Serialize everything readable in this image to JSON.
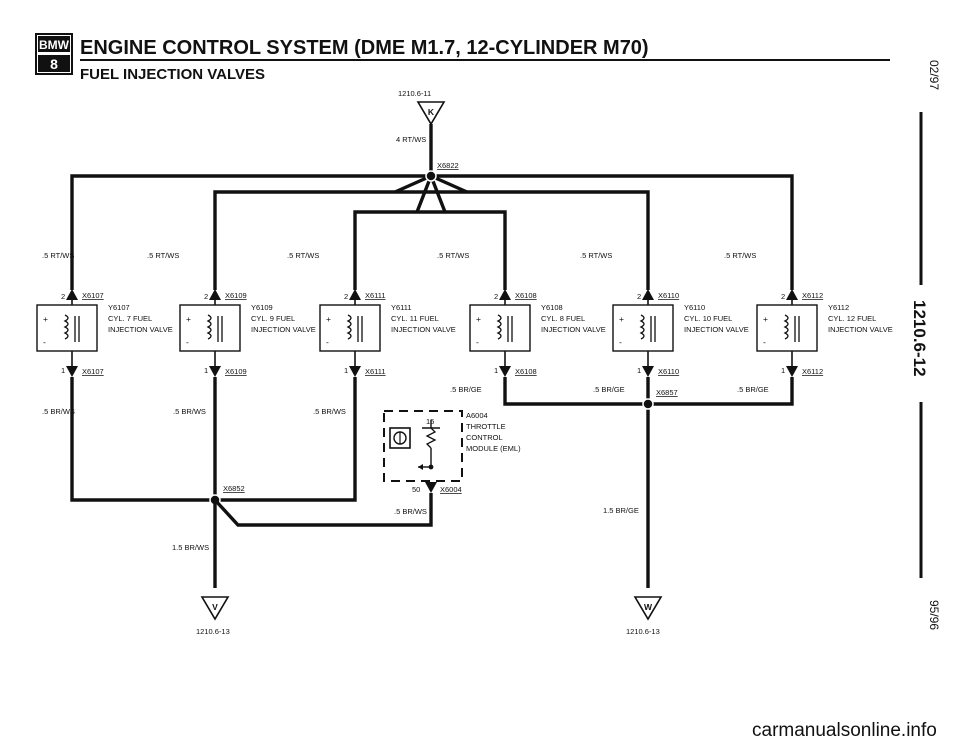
{
  "header": {
    "logo_text": "BMW",
    "logo_series": "8",
    "title": "ENGINE CONTROL SYSTEM (DME M1.7, 12-CYLINDER M70)",
    "subtitle": "FUEL INJECTION VALVES"
  },
  "side": {
    "date_top": "02/97",
    "page_code": "1210.6-12",
    "date_bottom": "95/96"
  },
  "top_ref": {
    "page": "1210.6-11",
    "letter": "K",
    "wire": "4 RT/WS",
    "splice": "X6822"
  },
  "injectors": [
    {
      "wire_top": ".5 RT/WS",
      "pin_top": "2",
      "conn_top": "X6107",
      "id": "Y6107",
      "line1": "CYL. 7 FUEL",
      "line2": "INJECTION VALVE",
      "pin_bot": "1",
      "conn_bot": "X6107",
      "wire_bot": ".5 BR/WS"
    },
    {
      "wire_top": ".5 RT/WS",
      "pin_top": "2",
      "conn_top": "X6109",
      "id": "Y6109",
      "line1": "CYL. 9 FUEL",
      "line2": "INJECTION VALVE",
      "pin_bot": "1",
      "conn_bot": "X6109",
      "wire_bot": ".5 BR/WS"
    },
    {
      "wire_top": ".5 RT/WS",
      "pin_top": "2",
      "conn_top": "X6111",
      "id": "Y6111",
      "line1": "CYL. 11 FUEL",
      "line2": "INJECTION VALVE",
      "pin_bot": "1",
      "conn_bot": "X6111",
      "wire_bot": ".5 BR/WS"
    },
    {
      "wire_top": ".5 RT/WS",
      "pin_top": "2",
      "conn_top": "X6108",
      "id": "Y6108",
      "line1": "CYL. 8 FUEL",
      "line2": "INJECTION VALVE",
      "pin_bot": "1",
      "conn_bot": "X6108",
      "wire_bot": ".5 BR/GE"
    },
    {
      "wire_top": ".5 RT/WS",
      "pin_top": "2",
      "conn_top": "X6110",
      "id": "Y6110",
      "line1": "CYL. 10 FUEL",
      "line2": "INJECTION VALVE",
      "pin_bot": "1",
      "conn_bot": "X6110",
      "wire_bot": ".5 BR/GE"
    },
    {
      "wire_top": ".5 RT/WS",
      "pin_top": "2",
      "conn_top": "X6112",
      "id": "Y6112",
      "line1": "CYL. 12 FUEL",
      "line2": "INJECTION VALVE",
      "pin_bot": "1",
      "conn_bot": "X6112",
      "wire_bot": ".5 BR/GE"
    }
  ],
  "splice_left": "X6852",
  "splice_right": "X6857",
  "throttle": {
    "id": "A6004",
    "line1": "THROTTLE",
    "line2": "CONTROL",
    "line3": "MODULE (EML)",
    "pin_top": "15",
    "pin_bot": "50",
    "conn": "X6004",
    "wire": ".5 BR/WS"
  },
  "bottom_left": {
    "wire": "1.5 BR/WS",
    "letter": "V",
    "page": "1210.6-13"
  },
  "bottom_right": {
    "wire": "1.5 BR/GE",
    "letter": "W",
    "page": "1210.6-13"
  },
  "watermark": "carmanualsonline.info"
}
